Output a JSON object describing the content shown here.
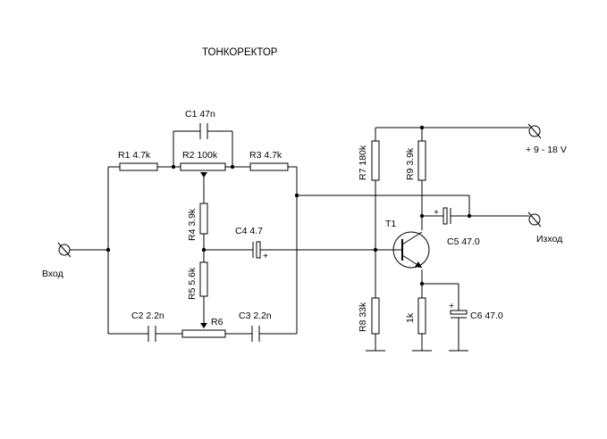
{
  "title": "ТОНКОРЕКТОР",
  "terminals": {
    "input": "Вход",
    "output": "Изход",
    "supply": "+ 9 - 18 V"
  },
  "components": {
    "R1": "R1 4.7k",
    "R2": "R2 100k",
    "R3": "R3 4.7k",
    "R4": "R4 3.9k",
    "R5": "R5 5.6k",
    "R6": "R6",
    "R7": "R7 180k",
    "R8": "R8 33k",
    "R9": "R9 3.9k",
    "Re": "1k",
    "C1": "C1 47n",
    "C2": "C2 2.2n",
    "C3": "C3 2.2n",
    "C4": "C4 4.7",
    "C5": "C5 47.0",
    "C6": "C6 47.0",
    "T1": "T1"
  },
  "polarity_mark": "+"
}
